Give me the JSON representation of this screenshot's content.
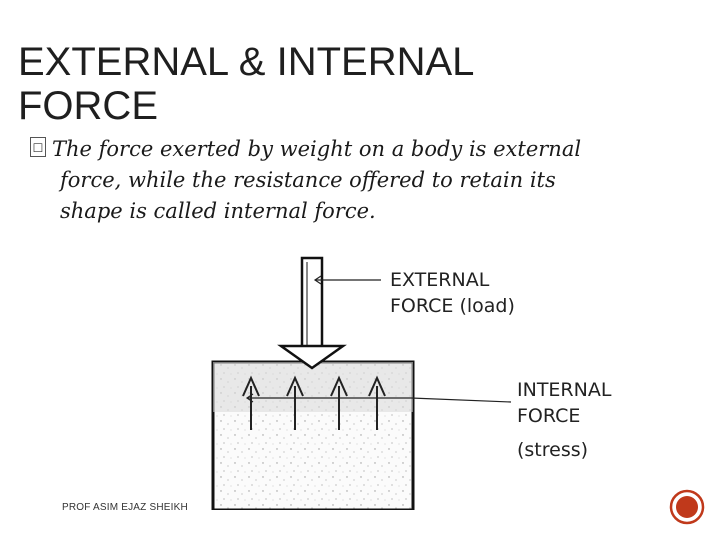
{
  "slide": {
    "title_line1": "EXTERNAL & INTERNAL",
    "title_line2": "FORCE",
    "bullet_glyph": "☐",
    "body_line1": "The force exerted by weight on a body is external",
    "body_line2": "force, while the resistance offered to retain its",
    "body_line3": "shape is called internal force.",
    "footer": "PROF ASIM EJAZ SHEIKH"
  },
  "diagram": {
    "external_label_line1": "EXTERNAL",
    "external_label_line2": "FORCE (load)",
    "internal_label_line1": "INTERNAL",
    "internal_label_line2": "FORCE",
    "internal_label_line3": "(stress)"
  },
  "nav": {
    "icon": "circle-nav-icon",
    "color": "#c0391b"
  }
}
